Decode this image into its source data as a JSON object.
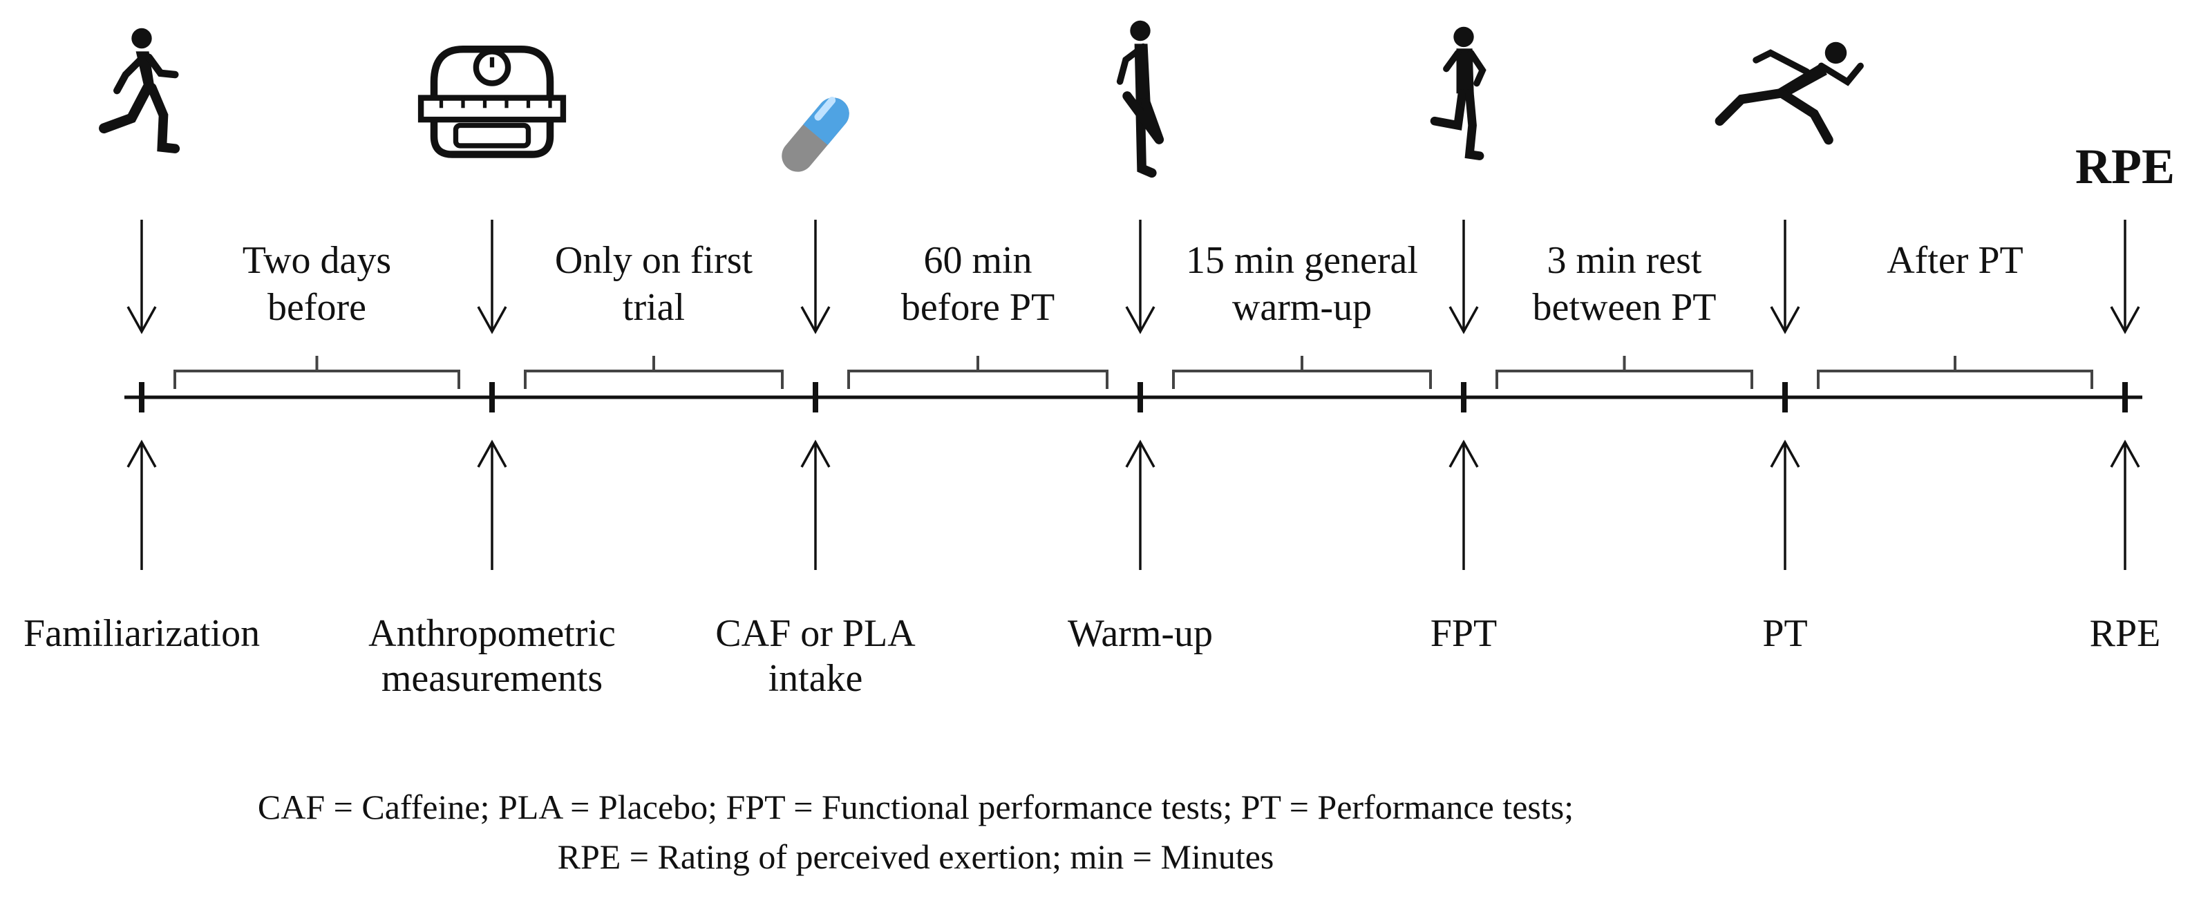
{
  "milestones": [
    {
      "id": "familiarization",
      "icon": "runner-icon",
      "labels": [
        "Familiarization"
      ]
    },
    {
      "id": "anthropometric",
      "icon": "scale-icon",
      "labels": [
        "Anthropometric",
        "measurements"
      ]
    },
    {
      "id": "intake",
      "icon": "capsule-icon",
      "labels": [
        "CAF or PLA",
        "intake"
      ]
    },
    {
      "id": "warmup",
      "icon": "stretching-icon",
      "labels": [
        "Warm-up"
      ]
    },
    {
      "id": "fpt",
      "icon": "jogging-icon",
      "labels": [
        "FPT"
      ]
    },
    {
      "id": "pt",
      "icon": "sprinter-icon",
      "labels": [
        "PT"
      ]
    },
    {
      "id": "rpe",
      "icon": "rpe-text",
      "icon_text": "RPE",
      "labels": [
        "RPE"
      ]
    }
  ],
  "intervals": [
    {
      "labels": [
        "Two  days",
        "before"
      ]
    },
    {
      "labels": [
        "Only on first",
        "trial"
      ]
    },
    {
      "labels": [
        "60 min",
        "before PT"
      ]
    },
    {
      "labels": [
        "15 min general",
        "warm-up"
      ]
    },
    {
      "labels": [
        "3 min rest",
        "between PT"
      ]
    },
    {
      "labels": [
        "After PT"
      ]
    }
  ],
  "footnote": [
    "CAF = Caffeine; PLA = Placebo; FPT = Functional performance tests; PT = Performance tests;",
    "RPE = Rating of perceived exertion; min = Minutes"
  ],
  "colors": {
    "ink": "#111111",
    "capsule_blue": "#4fa3e3",
    "capsule_gray": "#8c8c8c"
  }
}
